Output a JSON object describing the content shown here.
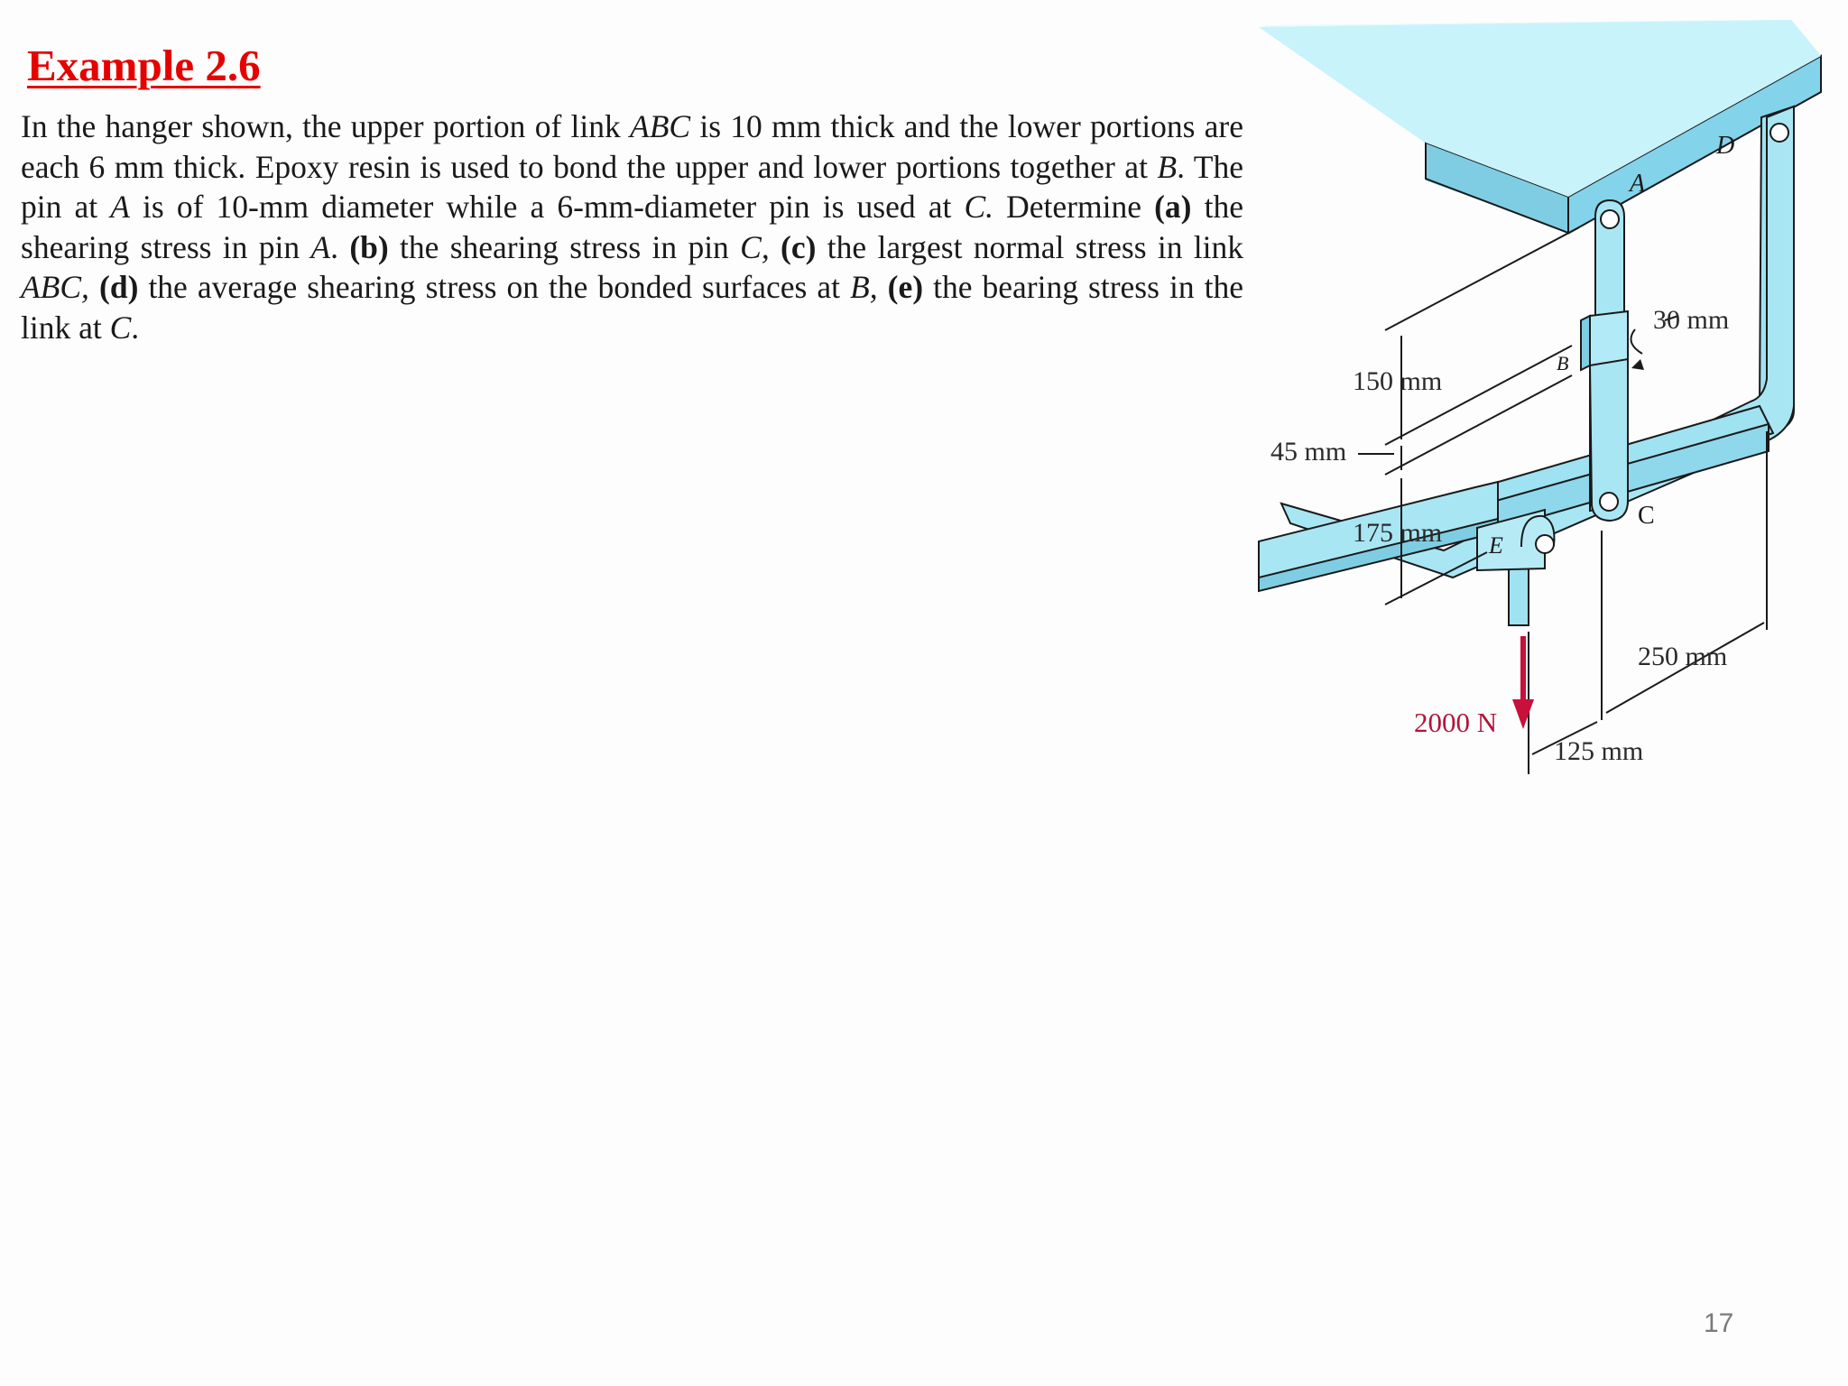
{
  "slide": {
    "title": "Example 2.6",
    "problem": {
      "t1": "In the hanger shown, the upper portion of link ",
      "abc": "ABC",
      "t2": " is 10 mm thick and the lower portions are each 6 mm thick. Epoxy resin is used to bond the upper and lower portions together at ",
      "b": "B",
      "t3": ". The pin at ",
      "a": "A",
      "t4": " is of 10-mm diameter while a 6-mm-diameter pin is used at ",
      "c": "C.",
      "t5": " Determine ",
      "pa": "(a)",
      "t6": " the shearing stress in pin ",
      "a2": "A",
      "t7": ". ",
      "pb": "(b)",
      "t8": " the shearing stress in pin ",
      "c2": "C,",
      "t9": " ",
      "pc": "(c)",
      "t10": " the largest normal stress in link ",
      "abc2": "ABC,",
      "t11": " ",
      "pd": "(d)",
      "t12": " the average shearing stress on the bonded surfaces at ",
      "b2": "B,",
      "t13": " ",
      "pe": "(e)",
      "t14": " the bearing stress in the link at ",
      "c3": "C",
      "t15": "."
    },
    "page_number": "17"
  },
  "figure": {
    "labels": {
      "a": "A",
      "b": "B",
      "c": "C",
      "d": "D",
      "e": "E"
    },
    "dimensions": {
      "d30": "30 mm",
      "d150": "150 mm",
      "d45": "45 mm",
      "d175": "175 mm",
      "d250": "250 mm",
      "d125": "125 mm"
    },
    "load": "2000 N",
    "colors": {
      "member": "#a8e6f4",
      "member_dark": "#7fcde3",
      "support_top": "#c9f3fb",
      "load_arrow": "#c8103a",
      "title": "#e60000"
    }
  }
}
